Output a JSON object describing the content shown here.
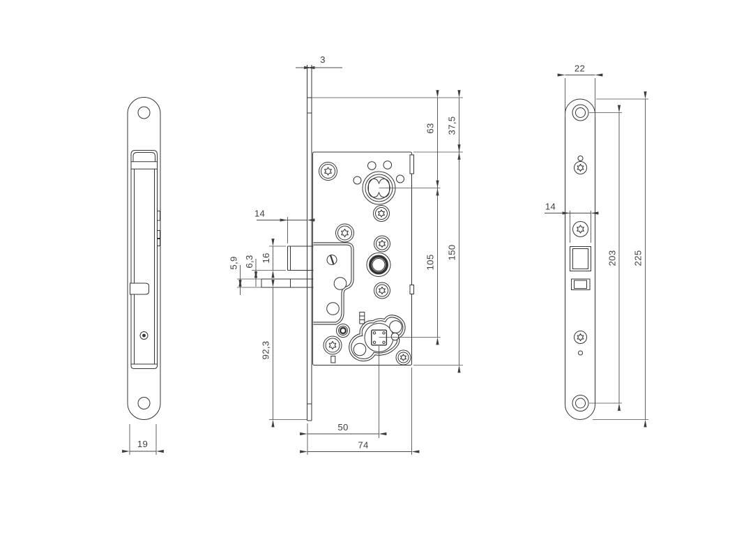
{
  "drawing": {
    "type": "technical-drawing",
    "subject": "mortise-lock-three-views",
    "colors": {
      "background": "#ffffff",
      "line": "#343434",
      "text": "#3f3f3f"
    },
    "views": {
      "left_side_view": {
        "dims": {
          "thickness": "19"
        }
      },
      "middle_case_view": {
        "dims": {
          "faceplate_thickness": "3",
          "latch_throw": "14",
          "latch_height": "16",
          "latch_gap": "6,3",
          "deadbolt_plate_thickness": "5,9",
          "lower_faceplate_length": "92,3",
          "backset": "50",
          "case_depth": "74",
          "cylinder_from_top": "63",
          "top_margin": "37,5",
          "center_distance": "105",
          "case_height": "150"
        }
      },
      "right_faceplate_view": {
        "dims": {
          "faceplate_width": "22",
          "latch_opening_width": "14",
          "screw_hole_centers": "203",
          "faceplate_length": "225"
        }
      }
    }
  }
}
